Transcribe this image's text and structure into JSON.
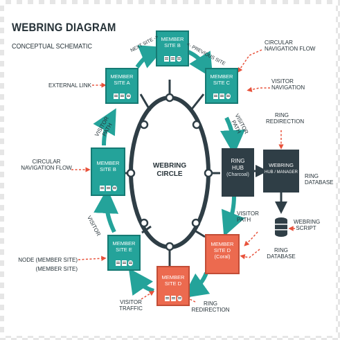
{
  "header": {
    "title": "WEBRING DIAGRAM",
    "subtitle": "CONCEPTUAL SCHEMATIC"
  },
  "center": {
    "line1": "WEBRING",
    "line2": "CIRCLE"
  },
  "nodes": {
    "top": {
      "line1": "MEMBER",
      "line2": "SITE B"
    },
    "upper_left": {
      "line1": "MEMBER",
      "line2": "SITE A"
    },
    "upper_right": {
      "line1": "MEMBER",
      "line2": "SITE C"
    },
    "left": {
      "line1": "MEMBER",
      "line2": "SITE B"
    },
    "lower_left": {
      "line1": "MEMBER",
      "line2": "SITE E"
    },
    "bottom": {
      "line1": "MEMBER",
      "line2": "SITE D"
    },
    "lower_right": {
      "line1": "MEMBER",
      "line2": "SITE D",
      "line3": "(Coral)"
    },
    "ring_hub": {
      "line1": "RING",
      "line2": "HUB",
      "line3": "(Charcoal)"
    },
    "manager": {
      "line1": "WEBRING",
      "line2": "HUB / MANAGER"
    }
  },
  "labels": {
    "next_site": "NEXT SITE ->",
    "previous_site": "<- PREVIOUS SITE",
    "external_link": "EXTERNAL LINK",
    "visitor_path_upper_left": [
      "VISITOR",
      "PATH"
    ],
    "visitor_path_upper_right": [
      "VISITOR",
      "PATH"
    ],
    "visitor_path_right": [
      "VISITOR",
      "PATH"
    ],
    "visitor_lower_left": "VISITOR",
    "circular_nav_left": [
      "CIRCULAR",
      "NAVIGATION FLOW"
    ],
    "circular_nav_top_right": [
      "CIRCULAR",
      "NAVIGATION FLOW"
    ],
    "visitor_navigation": [
      "VISITOR",
      "NAVIGATION"
    ],
    "ring_redirection_right": [
      "RING",
      "REDIRECTION"
    ],
    "ring_database_right": [
      "RING",
      "DATABASE"
    ],
    "webring_script": [
      "WEBRING",
      "SCRIPT"
    ],
    "ring_database_bottom": [
      "RING",
      "DATABASE"
    ],
    "node_member_site": [
      "NODE (MEMBER SITE)",
      "(MEMBER SITE)"
    ],
    "visitor_traffic": [
      "VISITOR",
      "TRAFFIC"
    ],
    "ring_redirection_bottom": [
      "RING",
      "REDIRECTION"
    ]
  },
  "colors": {
    "teal": "#24a39a",
    "teal_dark": "#157a73",
    "coral": "#ec6a4f",
    "charcoal": "#2f3e46",
    "dashed_red": "#e8523b",
    "text": "#263238"
  }
}
